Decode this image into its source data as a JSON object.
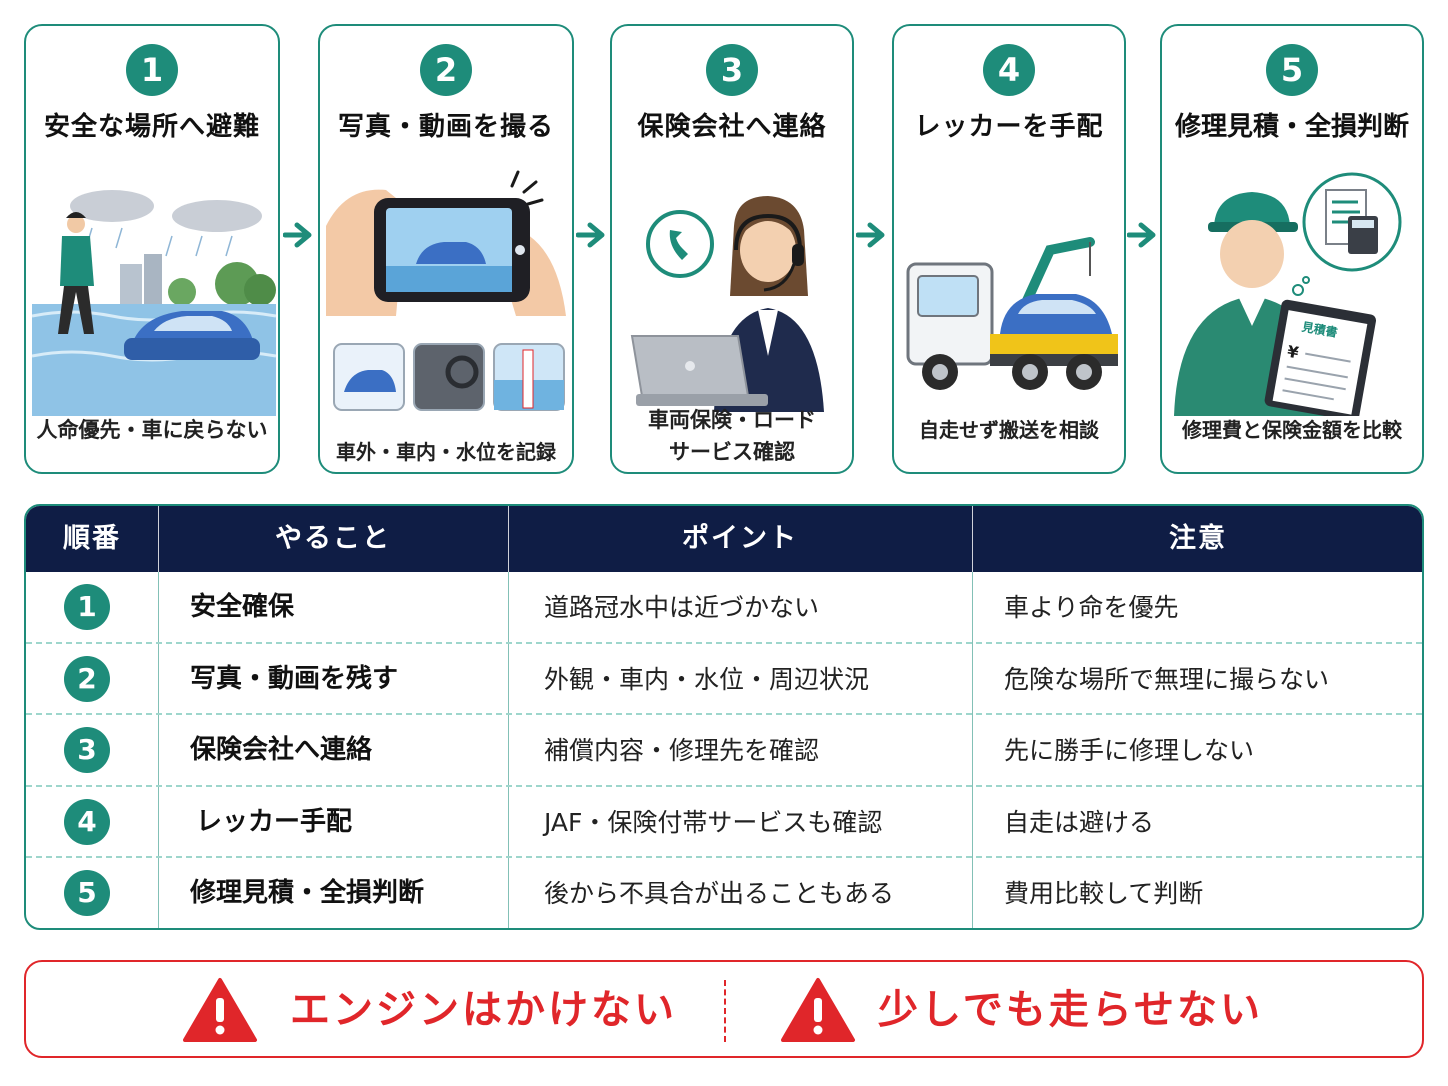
{
  "steps": [
    {
      "num": "1",
      "title": "安全な場所へ避難",
      "caption": "人命優先・車に戻らない",
      "caption2": ""
    },
    {
      "num": "2",
      "title": "写真・動画を撮る",
      "caption": "車外・車内・水位を記録",
      "caption2": ""
    },
    {
      "num": "3",
      "title": "保険会社へ連絡",
      "caption": "車両保険・ロード",
      "caption2": "サービス確認"
    },
    {
      "num": "4",
      "title": "レッカーを手配",
      "caption": "自走せず搬送を相談",
      "caption2": ""
    },
    {
      "num": "5",
      "title": "修理見積・全損判断",
      "caption": "修理費と保険金額を比較",
      "caption2": "",
      "doc_label": "見積書",
      "doc_symbol": "¥"
    }
  ],
  "table": {
    "headers": [
      "順番",
      "やること",
      "ポイント",
      "注意"
    ],
    "rows": [
      {
        "num": "1",
        "task": "安全確保",
        "point": "道路冠水中は近づかない",
        "caution": "車より命を優先"
      },
      {
        "num": "2",
        "task": "写真・動画を残す",
        "point": "外観・車内・水位・周辺状況",
        "caution": "危険な場所で無理に撮らない"
      },
      {
        "num": "3",
        "task": "保険会社へ連絡",
        "point": "補償内容・修理先を確認",
        "caution": "先に勝手に修理しない"
      },
      {
        "num": "4",
        "task": "レッカー手配",
        "point": "JAF・保険付帯サービスも確認",
        "caution": "自走は避ける"
      },
      {
        "num": "5",
        "task": "修理見積・全損判断",
        "point": "後から不具合が出ることもある",
        "caution": "費用比較して判断"
      }
    ]
  },
  "warnings": [
    "エンジンはかけない",
    "少しでも走らせない"
  ],
  "colors": {
    "teal": "#1e8c7a",
    "navy": "#0f1d45",
    "red": "#e0262a",
    "car_blue": "#3b6fc4"
  }
}
